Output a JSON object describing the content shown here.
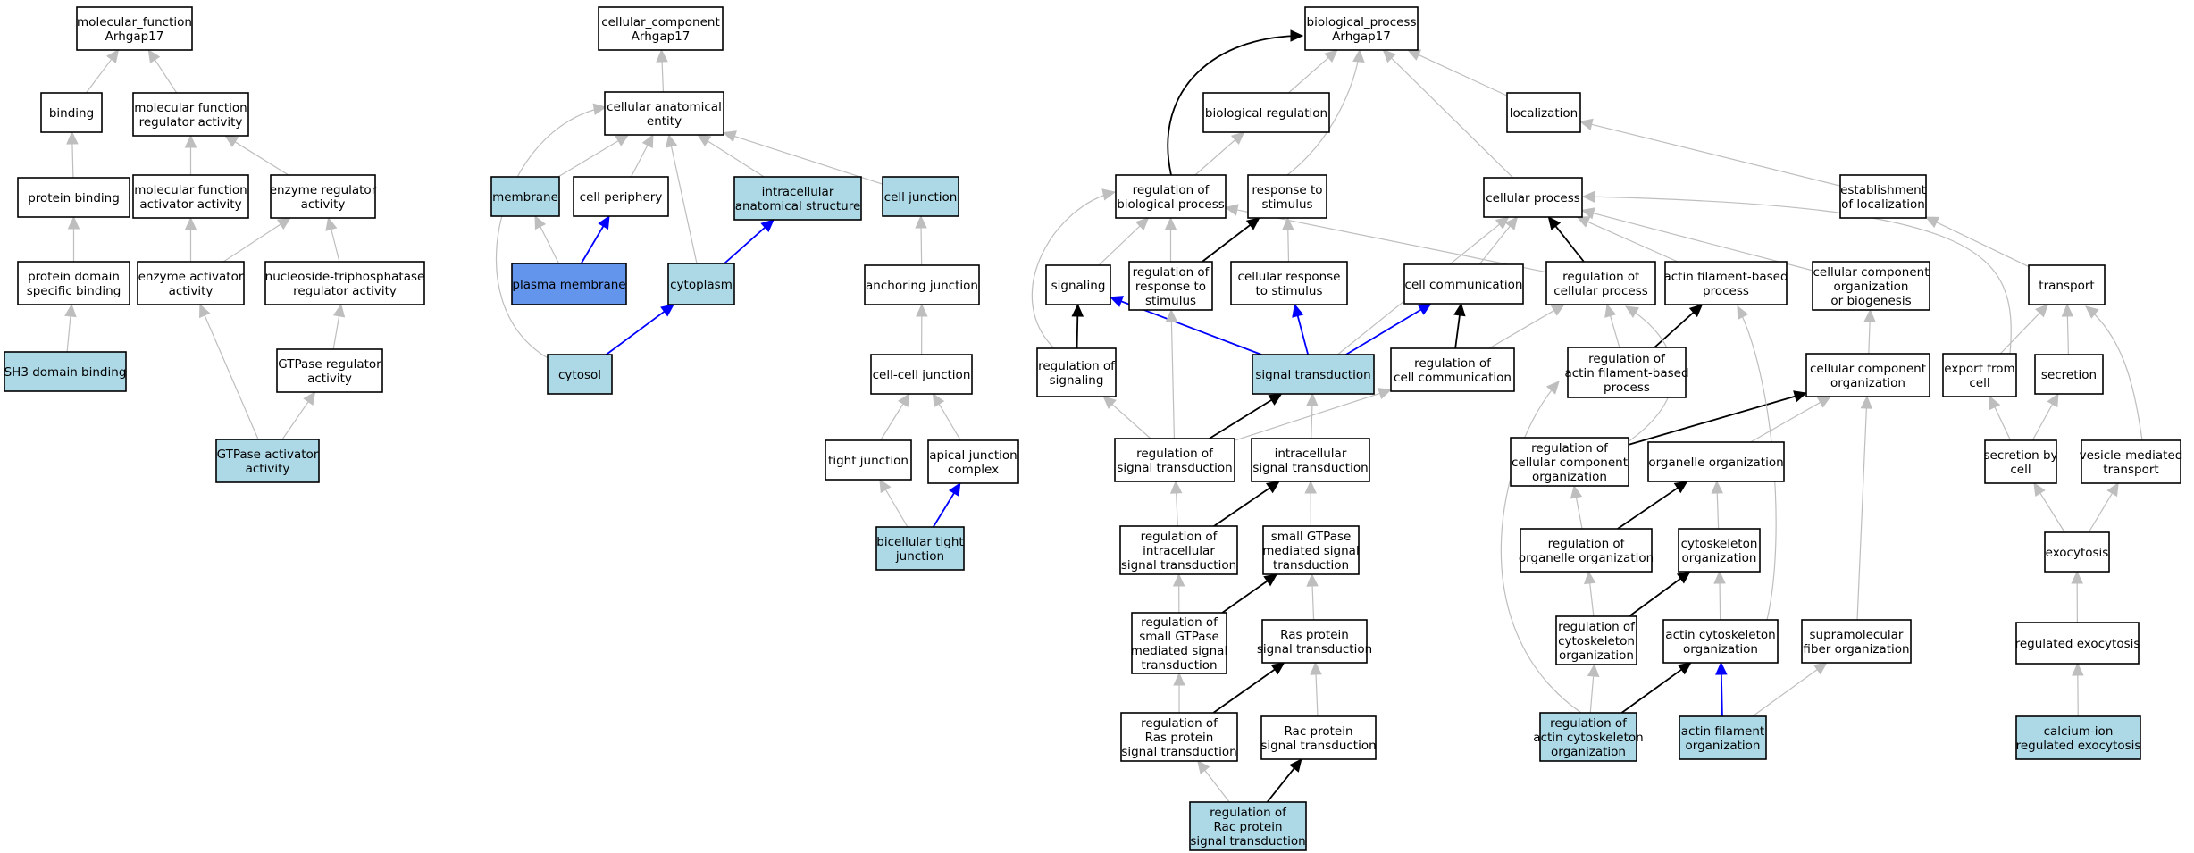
{
  "colors": {
    "plain": "#ffffff",
    "annotated": "#add8e6",
    "highlight": "#6495ed",
    "edge_grey": "#bebebe",
    "edge_black": "#000000",
    "edge_blue": "#0000ff"
  },
  "nodes": {
    "mf_root": {
      "lines": [
        "molecular_function",
        "Arhgap17"
      ],
      "style": "plain"
    },
    "binding": {
      "lines": [
        "binding"
      ],
      "style": "plain"
    },
    "mf_reg": {
      "lines": [
        "molecular function",
        "regulator activity"
      ],
      "style": "plain"
    },
    "protein_binding": {
      "lines": [
        "protein binding"
      ],
      "style": "plain"
    },
    "mf_act": {
      "lines": [
        "molecular function",
        "activator activity"
      ],
      "style": "plain"
    },
    "enz_reg": {
      "lines": [
        "enzyme regulator",
        "activity"
      ],
      "style": "plain"
    },
    "pd_binding": {
      "lines": [
        "protein domain",
        "specific binding"
      ],
      "style": "plain"
    },
    "enz_act": {
      "lines": [
        "enzyme activator",
        "activity"
      ],
      "style": "plain"
    },
    "ntp_reg": {
      "lines": [
        "nucleoside-triphosphatase",
        "regulator activity"
      ],
      "style": "plain"
    },
    "sh3": {
      "lines": [
        "SH3 domain binding"
      ],
      "style": "annotated"
    },
    "gtpase_reg": {
      "lines": [
        "GTPase regulator",
        "activity"
      ],
      "style": "plain"
    },
    "gtpase_act": {
      "lines": [
        "GTPase activator",
        "activity"
      ],
      "style": "annotated"
    },
    "cc_root": {
      "lines": [
        "cellular_component",
        "Arhgap17"
      ],
      "style": "plain"
    },
    "cae": {
      "lines": [
        "cellular anatomical",
        "entity"
      ],
      "style": "plain"
    },
    "membrane": {
      "lines": [
        "membrane"
      ],
      "style": "annotated"
    },
    "cell_periphery": {
      "lines": [
        "cell periphery"
      ],
      "style": "plain"
    },
    "intracell_struct": {
      "lines": [
        "intracellular",
        "anatomical structure"
      ],
      "style": "annotated"
    },
    "cell_junction": {
      "lines": [
        "cell junction"
      ],
      "style": "annotated"
    },
    "plasma_membrane": {
      "lines": [
        "plasma membrane"
      ],
      "style": "highlight"
    },
    "cytoplasm": {
      "lines": [
        "cytoplasm"
      ],
      "style": "annotated"
    },
    "anchoring": {
      "lines": [
        "anchoring junction"
      ],
      "style": "plain"
    },
    "cytosol": {
      "lines": [
        "cytosol"
      ],
      "style": "annotated"
    },
    "cell_cell": {
      "lines": [
        "cell-cell junction"
      ],
      "style": "plain"
    },
    "tight_junction": {
      "lines": [
        "tight junction"
      ],
      "style": "plain"
    },
    "apical_complex": {
      "lines": [
        "apical junction",
        "complex"
      ],
      "style": "plain"
    },
    "bicellular": {
      "lines": [
        "bicellular tight",
        "junction"
      ],
      "style": "annotated"
    },
    "bp_root": {
      "lines": [
        "biological_process",
        "Arhgap17"
      ],
      "style": "plain"
    },
    "bio_reg": {
      "lines": [
        "biological regulation"
      ],
      "style": "plain"
    },
    "localization": {
      "lines": [
        "localization"
      ],
      "style": "plain"
    },
    "reg_bio": {
      "lines": [
        "regulation of",
        "biological process"
      ],
      "style": "plain"
    },
    "resp_stim": {
      "lines": [
        "response to",
        "stimulus"
      ],
      "style": "plain"
    },
    "cell_proc": {
      "lines": [
        "cellular process"
      ],
      "style": "plain"
    },
    "estab_loc": {
      "lines": [
        "establishment",
        "of localization"
      ],
      "style": "plain"
    },
    "signaling": {
      "lines": [
        "signaling"
      ],
      "style": "plain"
    },
    "reg_resp_stim": {
      "lines": [
        "regulation of",
        "response to",
        "stimulus"
      ],
      "style": "plain"
    },
    "cell_resp_stim": {
      "lines": [
        "cellular response",
        "to stimulus"
      ],
      "style": "plain"
    },
    "cell_comm": {
      "lines": [
        "cell communication"
      ],
      "style": "plain"
    },
    "reg_cell_proc": {
      "lines": [
        "regulation of",
        "cellular process"
      ],
      "style": "plain"
    },
    "actin_fil_proc": {
      "lines": [
        "actin filament-based",
        "process"
      ],
      "style": "plain"
    },
    "ccob": {
      "lines": [
        "cellular component",
        "organization",
        "or biogenesis"
      ],
      "style": "plain"
    },
    "transport": {
      "lines": [
        "transport"
      ],
      "style": "plain"
    },
    "reg_signaling": {
      "lines": [
        "regulation of",
        "signaling"
      ],
      "style": "plain"
    },
    "sig_trans": {
      "lines": [
        "signal transduction"
      ],
      "style": "annotated"
    },
    "reg_cell_comm": {
      "lines": [
        "regulation of",
        "cell communication"
      ],
      "style": "plain"
    },
    "reg_actin_fil_proc": {
      "lines": [
        "regulation of",
        "actin filament-based",
        "process"
      ],
      "style": "plain"
    },
    "cco": {
      "lines": [
        "cellular component",
        "organization"
      ],
      "style": "plain"
    },
    "export": {
      "lines": [
        "export from",
        "cell"
      ],
      "style": "plain"
    },
    "secretion": {
      "lines": [
        "secretion"
      ],
      "style": "plain"
    },
    "reg_sig_trans": {
      "lines": [
        "regulation of",
        "signal transduction"
      ],
      "style": "plain"
    },
    "intra_sig": {
      "lines": [
        "intracellular",
        "signal transduction"
      ],
      "style": "plain"
    },
    "reg_cco": {
      "lines": [
        "regulation of",
        "cellular component",
        "organization"
      ],
      "style": "plain"
    },
    "organelle_org": {
      "lines": [
        "organelle organization"
      ],
      "style": "plain"
    },
    "secretion_cell": {
      "lines": [
        "secretion by",
        "cell"
      ],
      "style": "plain"
    },
    "vesicle": {
      "lines": [
        "vesicle-mediated",
        "transport"
      ],
      "style": "plain"
    },
    "reg_intra_sig": {
      "lines": [
        "regulation of",
        "intracellular",
        "signal transduction"
      ],
      "style": "plain"
    },
    "small_gtpase": {
      "lines": [
        "small GTPase",
        "mediated signal",
        "transduction"
      ],
      "style": "plain"
    },
    "reg_org": {
      "lines": [
        "regulation of",
        "organelle organization"
      ],
      "style": "plain"
    },
    "cytoskel_org": {
      "lines": [
        "cytoskeleton",
        "organization"
      ],
      "style": "plain"
    },
    "exocytosis": {
      "lines": [
        "exocytosis"
      ],
      "style": "plain"
    },
    "reg_small_gtpase": {
      "lines": [
        "regulation of",
        "small GTPase",
        "mediated signal",
        "transduction"
      ],
      "style": "plain"
    },
    "ras": {
      "lines": [
        "Ras protein",
        "signal transduction"
      ],
      "style": "plain"
    },
    "reg_cytoskel": {
      "lines": [
        "regulation of",
        "cytoskeleton",
        "organization"
      ],
      "style": "plain"
    },
    "actin_cytoskel": {
      "lines": [
        "actin cytoskeleton",
        "organization"
      ],
      "style": "plain"
    },
    "supramol": {
      "lines": [
        "supramolecular",
        "fiber organization"
      ],
      "style": "plain"
    },
    "reg_exo": {
      "lines": [
        "regulated exocytosis"
      ],
      "style": "plain"
    },
    "reg_ras": {
      "lines": [
        "regulation of",
        "Ras protein",
        "signal transduction"
      ],
      "style": "plain"
    },
    "rac": {
      "lines": [
        "Rac protein",
        "signal transduction"
      ],
      "style": "plain"
    },
    "reg_actin_cytoskel": {
      "lines": [
        "regulation of",
        "actin cytoskeleton",
        "organization"
      ],
      "style": "annotated"
    },
    "actin_fil_org": {
      "lines": [
        "actin filament",
        "organization"
      ],
      "style": "annotated"
    },
    "ca_exo": {
      "lines": [
        "calcium-ion",
        "regulated exocytosis"
      ],
      "style": "annotated"
    },
    "reg_rac": {
      "lines": [
        "regulation of",
        "Rac protein",
        "signal transduction"
      ],
      "style": "annotated"
    }
  },
  "edges": [
    {
      "from": "binding",
      "to": "mf_root",
      "kind": "grey"
    },
    {
      "from": "mf_reg",
      "to": "mf_root",
      "kind": "grey"
    },
    {
      "from": "protein_binding",
      "to": "binding",
      "kind": "grey"
    },
    {
      "from": "mf_act",
      "to": "mf_reg",
      "kind": "grey"
    },
    {
      "from": "enz_reg",
      "to": "mf_reg",
      "kind": "grey"
    },
    {
      "from": "pd_binding",
      "to": "protein_binding",
      "kind": "grey"
    },
    {
      "from": "enz_act",
      "to": "mf_act",
      "kind": "grey"
    },
    {
      "from": "enz_act",
      "to": "enz_reg",
      "kind": "grey"
    },
    {
      "from": "ntp_reg",
      "to": "enz_reg",
      "kind": "grey"
    },
    {
      "from": "sh3",
      "to": "pd_binding",
      "kind": "grey"
    },
    {
      "from": "gtpase_reg",
      "to": "ntp_reg",
      "kind": "grey"
    },
    {
      "from": "gtpase_act",
      "to": "enz_act",
      "kind": "grey"
    },
    {
      "from": "gtpase_act",
      "to": "gtpase_reg",
      "kind": "grey"
    },
    {
      "from": "cae",
      "to": "cc_root",
      "kind": "grey"
    },
    {
      "from": "membrane",
      "to": "cae",
      "kind": "grey"
    },
    {
      "from": "cell_periphery",
      "to": "cae",
      "kind": "grey"
    },
    {
      "from": "intracell_struct",
      "to": "cae",
      "kind": "grey"
    },
    {
      "from": "cell_junction",
      "to": "cae",
      "kind": "grey"
    },
    {
      "from": "cytoplasm",
      "to": "cae",
      "kind": "grey"
    },
    {
      "from": "cytosol",
      "to": "cae",
      "kind": "grey",
      "via": "cytosol_curve"
    },
    {
      "from": "plasma_membrane",
      "to": "membrane",
      "kind": "grey"
    },
    {
      "from": "plasma_membrane",
      "to": "cell_periphery",
      "kind": "blue"
    },
    {
      "from": "cytoplasm",
      "to": "intracell_struct",
      "kind": "blue"
    },
    {
      "from": "cytosol",
      "to": "cytoplasm",
      "kind": "blue"
    },
    {
      "from": "anchoring",
      "to": "cell_junction",
      "kind": "grey"
    },
    {
      "from": "cell_cell",
      "to": "anchoring",
      "kind": "grey"
    },
    {
      "from": "tight_junction",
      "to": "cell_cell",
      "kind": "grey"
    },
    {
      "from": "apical_complex",
      "to": "cell_cell",
      "kind": "grey"
    },
    {
      "from": "bicellular",
      "to": "tight_junction",
      "kind": "grey"
    },
    {
      "from": "bicellular",
      "to": "apical_complex",
      "kind": "blue"
    },
    {
      "from": "bio_reg",
      "to": "bp_root",
      "kind": "grey"
    },
    {
      "from": "localization",
      "to": "bp_root",
      "kind": "grey"
    },
    {
      "from": "reg_bio",
      "to": "bp_root",
      "kind": "black",
      "via": "regbio_curve"
    },
    {
      "from": "resp_stim",
      "to": "bp_root",
      "kind": "grey",
      "via": "resp_curve"
    },
    {
      "from": "cell_proc",
      "to": "bp_root",
      "kind": "grey"
    },
    {
      "from": "reg_bio",
      "to": "bio_reg",
      "kind": "grey"
    },
    {
      "from": "estab_loc",
      "to": "localization",
      "kind": "grey"
    },
    {
      "from": "signaling",
      "to": "reg_bio",
      "kind": "grey"
    },
    {
      "from": "reg_resp_stim",
      "to": "reg_bio",
      "kind": "grey"
    },
    {
      "from": "reg_resp_stim",
      "to": "resp_stim",
      "kind": "black"
    },
    {
      "from": "cell_resp_stim",
      "to": "resp_stim",
      "kind": "grey"
    },
    {
      "from": "reg_cell_proc",
      "to": "reg_bio",
      "kind": "grey"
    },
    {
      "from": "reg_cell_proc",
      "to": "cell_proc",
      "kind": "black"
    },
    {
      "from": "cell_comm",
      "to": "cell_proc",
      "kind": "grey"
    },
    {
      "from": "actin_fil_proc",
      "to": "cell_proc",
      "kind": "grey"
    },
    {
      "from": "ccob",
      "to": "cell_proc",
      "kind": "grey"
    },
    {
      "from": "transport",
      "to": "estab_loc",
      "kind": "grey"
    },
    {
      "from": "reg_signaling",
      "to": "signaling",
      "kind": "black"
    },
    {
      "from": "reg_signaling",
      "to": "reg_bio",
      "kind": "grey",
      "via": "regsig_curve"
    },
    {
      "from": "sig_trans",
      "to": "signaling",
      "kind": "blue"
    },
    {
      "from": "sig_trans",
      "to": "cell_resp_stim",
      "kind": "blue"
    },
    {
      "from": "sig_trans",
      "to": "cell_comm",
      "kind": "blue"
    },
    {
      "from": "sig_trans",
      "to": "cell_proc",
      "kind": "grey"
    },
    {
      "from": "reg_cell_comm",
      "to": "cell_comm",
      "kind": "black"
    },
    {
      "from": "reg_cell_comm",
      "to": "reg_cell_proc",
      "kind": "grey"
    },
    {
      "from": "reg_actin_fil_proc",
      "to": "actin_fil_proc",
      "kind": "black"
    },
    {
      "from": "reg_actin_fil_proc",
      "to": "reg_cell_proc",
      "kind": "grey"
    },
    {
      "from": "cco",
      "to": "ccob",
      "kind": "grey"
    },
    {
      "from": "export",
      "to": "transport",
      "kind": "grey"
    },
    {
      "from": "export",
      "to": "cell_proc",
      "kind": "grey",
      "via": "export_curve"
    },
    {
      "from": "secretion",
      "to": "transport",
      "kind": "grey"
    },
    {
      "from": "reg_sig_trans",
      "to": "reg_signaling",
      "kind": "grey"
    },
    {
      "from": "reg_sig_trans",
      "to": "sig_trans",
      "kind": "black"
    },
    {
      "from": "reg_sig_trans",
      "to": "reg_resp_stim",
      "kind": "grey"
    },
    {
      "from": "reg_sig_trans",
      "to": "reg_cell_comm",
      "kind": "grey"
    },
    {
      "from": "intra_sig",
      "to": "sig_trans",
      "kind": "grey"
    },
    {
      "from": "reg_cco",
      "to": "cco",
      "kind": "black"
    },
    {
      "from": "reg_cco",
      "to": "reg_cell_proc",
      "kind": "grey",
      "via": "regcco_curve"
    },
    {
      "from": "organelle_org",
      "to": "cco",
      "kind": "grey"
    },
    {
      "from": "secretion_cell",
      "to": "export",
      "kind": "grey"
    },
    {
      "from": "secretion_cell",
      "to": "secretion",
      "kind": "grey"
    },
    {
      "from": "vesicle",
      "to": "transport",
      "kind": "grey",
      "via": "vesicle_curve"
    },
    {
      "from": "reg_intra_sig",
      "to": "reg_sig_trans",
      "kind": "grey"
    },
    {
      "from": "reg_intra_sig",
      "to": "intra_sig",
      "kind": "black"
    },
    {
      "from": "small_gtpase",
      "to": "intra_sig",
      "kind": "grey"
    },
    {
      "from": "reg_org",
      "to": "reg_cco",
      "kind": "grey"
    },
    {
      "from": "reg_org",
      "to": "organelle_org",
      "kind": "black"
    },
    {
      "from": "cytoskel_org",
      "to": "organelle_org",
      "kind": "grey"
    },
    {
      "from": "exocytosis",
      "to": "secretion_cell",
      "kind": "grey"
    },
    {
      "from": "exocytosis",
      "to": "vesicle",
      "kind": "grey"
    },
    {
      "from": "reg_small_gtpase",
      "to": "reg_intra_sig",
      "kind": "grey"
    },
    {
      "from": "reg_small_gtpase",
      "to": "small_gtpase",
      "kind": "black"
    },
    {
      "from": "ras",
      "to": "small_gtpase",
      "kind": "grey"
    },
    {
      "from": "reg_cytoskel",
      "to": "reg_org",
      "kind": "grey"
    },
    {
      "from": "reg_cytoskel",
      "to": "cytoskel_org",
      "kind": "black"
    },
    {
      "from": "actin_cytoskel",
      "to": "cytoskel_org",
      "kind": "grey"
    },
    {
      "from": "actin_cytoskel",
      "to": "actin_fil_proc",
      "kind": "grey",
      "via": "actincyto_curve"
    },
    {
      "from": "supramol",
      "to": "cco",
      "kind": "grey"
    },
    {
      "from": "reg_exo",
      "to": "exocytosis",
      "kind": "grey"
    },
    {
      "from": "reg_ras",
      "to": "reg_small_gtpase",
      "kind": "grey"
    },
    {
      "from": "reg_ras",
      "to": "ras",
      "kind": "black"
    },
    {
      "from": "rac",
      "to": "ras",
      "kind": "grey"
    },
    {
      "from": "reg_actin_cytoskel",
      "to": "reg_cytoskel",
      "kind": "grey"
    },
    {
      "from": "reg_actin_cytoskel",
      "to": "actin_cytoskel",
      "kind": "black"
    },
    {
      "from": "reg_actin_cytoskel",
      "to": "reg_actin_fil_proc",
      "kind": "grey",
      "via": "regactin_curve"
    },
    {
      "from": "actin_fil_org",
      "to": "actin_cytoskel",
      "kind": "blue"
    },
    {
      "from": "actin_fil_org",
      "to": "supramol",
      "kind": "grey"
    },
    {
      "from": "ca_exo",
      "to": "reg_exo",
      "kind": "grey"
    },
    {
      "from": "reg_rac",
      "to": "reg_ras",
      "kind": "grey"
    },
    {
      "from": "reg_rac",
      "to": "rac",
      "kind": "black"
    }
  ]
}
